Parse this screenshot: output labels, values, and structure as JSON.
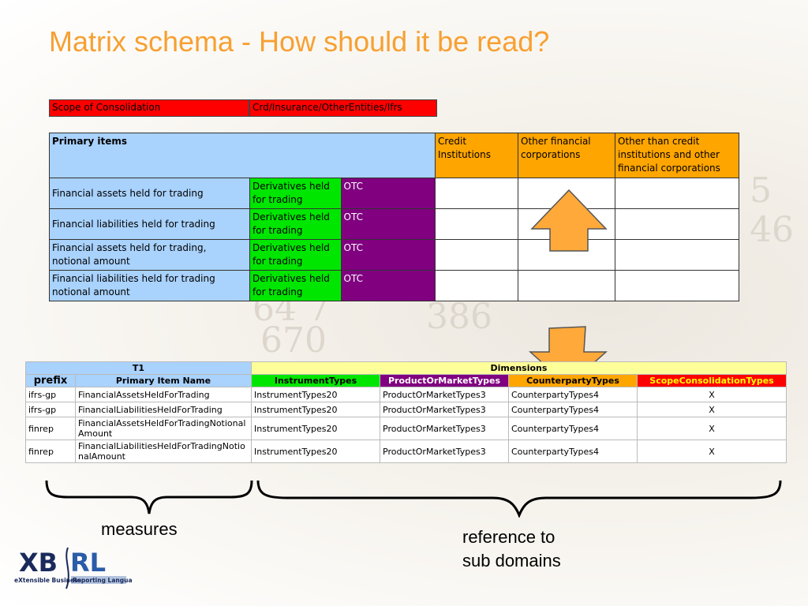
{
  "title": "Matrix schema - How should it be read?",
  "scope": {
    "label": "Scope of Consolidation",
    "value": "Crd/Insurance/OtherEntities/Ifrs"
  },
  "matrix": {
    "primary_header": "Primary items",
    "org_headers": [
      "Credit Institutions",
      "Other financial corporations",
      "Other than credit institutions and other financial corporations"
    ],
    "rows": [
      {
        "label": "Financial assets held for trading",
        "derivative": "Derivatives held for trading",
        "otc": "OTC"
      },
      {
        "label": "Financial liabilities held for trading",
        "derivative": "Derivatives held for trading",
        "otc": "OTC"
      },
      {
        "label": "Financial assets held for trading, notional amount",
        "derivative": "Derivatives held for trading",
        "otc": "OTC"
      },
      {
        "label": "Financial liabilities held for trading notional amount",
        "derivative": "Derivatives held for trading",
        "otc": "OTC"
      }
    ]
  },
  "t1": {
    "table_name": "T1",
    "dimensions_label": "Dimensions",
    "col_prefix": "prefix",
    "col_item": "Primary Item Name",
    "dim_cols": [
      "InstrumentTypes",
      "ProductOrMarketTypes",
      "CounterpartyTypes",
      "ScopeConsolidationTypes"
    ],
    "rows": [
      {
        "prefix": "ifrs-gp",
        "item": "FinancialAssetsHeldForTrading",
        "d1": "InstrumentTypes20",
        "d2": "ProductOrMarketTypes3",
        "d3": "CounterpartyTypes4",
        "d4": "X"
      },
      {
        "prefix": "ifrs-gp",
        "item": "FinancialLiabilitiesHeldForTrading",
        "d1": "InstrumentTypes20",
        "d2": "ProductOrMarketTypes3",
        "d3": "CounterpartyTypes4",
        "d4": "X"
      },
      {
        "prefix": "finrep",
        "item": "FinancialAssetsHeldForTradingNotionalAmount",
        "d1": "InstrumentTypes20",
        "d2": "ProductOrMarketTypes3",
        "d3": "CounterpartyTypes4",
        "d4": "X"
      },
      {
        "prefix": "finrep",
        "item": "FinancialLiabilitiesHeldForTradingNotionalAmount",
        "d1": "InstrumentTypes20",
        "d2": "ProductOrMarketTypes3",
        "d3": "CounterpartyTypes4",
        "d4": "X"
      }
    ]
  },
  "captions": {
    "measures": "measures",
    "reference_line1": "reference to",
    "reference_line2": "sub domains"
  },
  "logo": {
    "text": "XBRL",
    "tagline": "eXtensible Business Reporting Language"
  },
  "colors": {
    "title": "#f7a032",
    "arrow": "#ffa93a",
    "blue": "#a9d2fd",
    "green": "#00e600",
    "purple": "#800080",
    "orange": "#ffa500",
    "red": "#ff0000"
  }
}
